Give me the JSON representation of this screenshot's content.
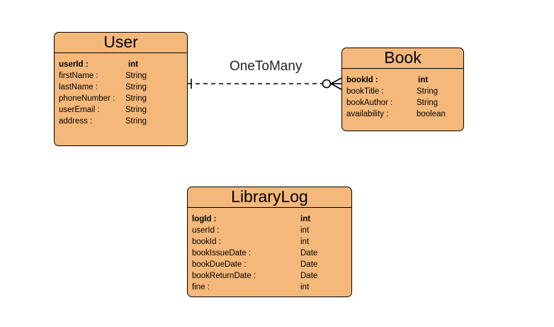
{
  "entities": {
    "user": {
      "title": "User",
      "attributes": [
        {
          "name": "userId :",
          "type": "int",
          "pk": true
        },
        {
          "name": "firstName :",
          "type": "String",
          "pk": false
        },
        {
          "name": "lastName :",
          "type": "String",
          "pk": false
        },
        {
          "name": "phoneNumber :",
          "type": "String",
          "pk": false
        },
        {
          "name": "userEmail :",
          "type": "String",
          "pk": false
        },
        {
          "name": "address :",
          "type": "String",
          "pk": false
        }
      ]
    },
    "book": {
      "title": "Book",
      "attributes": [
        {
          "name": "bookId  :",
          "type": "int",
          "pk": true
        },
        {
          "name": "bookTitle :",
          "type": "String",
          "pk": false
        },
        {
          "name": "bookAuthor :",
          "type": "String",
          "pk": false
        },
        {
          "name": "availability :",
          "type": "boolean",
          "pk": false
        }
      ]
    },
    "librarylog": {
      "title": "LibraryLog",
      "attributes": [
        {
          "name": "logId :",
          "type": "int",
          "pk": true
        },
        {
          "name": "userId :",
          "type": "int",
          "pk": false
        },
        {
          "name": "bookId :",
          "type": "int",
          "pk": false
        },
        {
          "name": "bookIssueDate :",
          "type": "Date",
          "pk": false
        },
        {
          "name": "bookDueDate :",
          "type": "Date",
          "pk": false
        },
        {
          "name": "bookReturnDate :",
          "type": "Date",
          "pk": false
        },
        {
          "name": "fine :",
          "type": "int",
          "pk": false
        }
      ]
    }
  },
  "relationship": {
    "label": "OneToMany",
    "from": "User",
    "to": "Book",
    "from_end": "one",
    "to_end": "zero-or-many",
    "style": "dashed"
  },
  "colors": {
    "entity_fill": "#f5b87b",
    "border": "#000000"
  }
}
